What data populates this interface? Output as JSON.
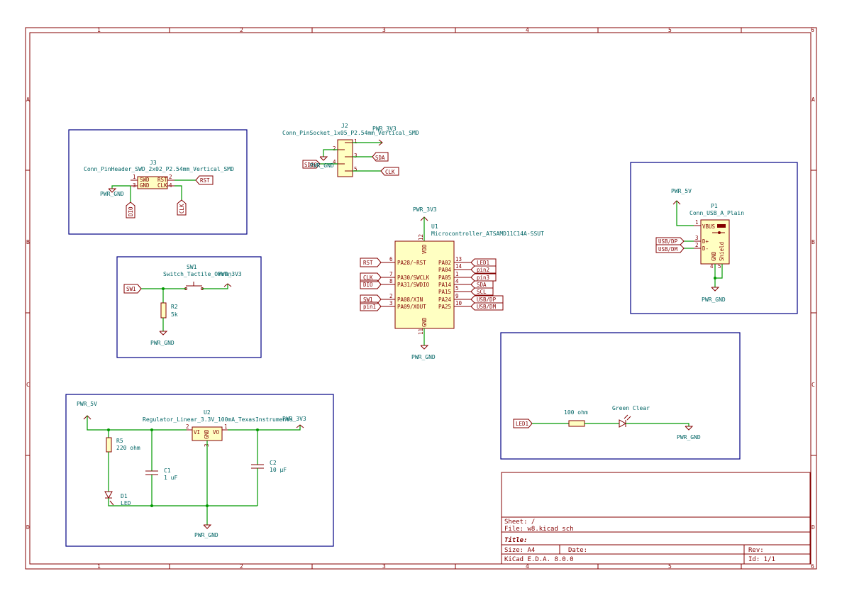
{
  "border": {
    "cols": [
      "1",
      "2",
      "3",
      "4",
      "5",
      "6"
    ],
    "rows": [
      "A",
      "B",
      "C",
      "D"
    ]
  },
  "title_block": {
    "sheet": "Sheet: /",
    "file": "File: w8.kicad_sch",
    "title_label": "Title:",
    "size": "Size: A4",
    "date": "Date:",
    "rev": "Rev:",
    "kicad": "KiCad E.D.A. 8.0.0",
    "id": "Id: 1/1"
  },
  "j3": {
    "ref": "J3",
    "value": "Conn_PinHeader_SWD_2x02_P2.54mm_Vertical_SMD",
    "pin_names": [
      "SWD",
      "RST",
      "GND",
      "CLK"
    ],
    "pin_nums": [
      "1",
      "2",
      "3",
      "4"
    ],
    "labels": [
      "RST",
      "DIO",
      "CLK"
    ],
    "power": "PWR_GND"
  },
  "j2": {
    "ref": "J2",
    "value": "Conn_PinSocket_1x05_P2.54mm_Vertical_SMD",
    "pin_nums": [
      "1",
      "2",
      "3",
      "4",
      "5"
    ],
    "power_top": "PWR_3V3",
    "labels": [
      "SDA",
      "SDIO",
      "CLK"
    ],
    "power_gnd": "PWR_GND"
  },
  "sw1": {
    "ref": "SW1",
    "value": "Switch_Tactile_Omron",
    "label": "SW1",
    "power_top": "PWR_3V3",
    "r_ref": "R2",
    "r_value": "5k",
    "power_gnd": "PWR_GND"
  },
  "u1": {
    "power_top": "PWR_3V3",
    "ref": "U1",
    "value": "Microcontroller_ATSAMD11C14A-SSUT",
    "pin_vdd": "VDD",
    "pin_gnd": "GND",
    "vdd_num": "12",
    "gnd_num": "11",
    "power_gnd": "PWR_GND",
    "left_pins": [
      {
        "name": "PA28/~RST",
        "num": "6",
        "label": "RST"
      },
      {
        "name": "PA30/SWCLK",
        "num": "7",
        "label": "CLK"
      },
      {
        "name": "PA31/SWDIO",
        "num": "8",
        "label": "DIO"
      },
      {
        "name": "PA08/XIN",
        "num": "2",
        "label": "SW1"
      },
      {
        "name": "PA09/XOUT",
        "num": "3",
        "label": "pin1"
      }
    ],
    "right_pins": [
      {
        "name": "PA02",
        "num": "13",
        "label": "LED1"
      },
      {
        "name": "PA04",
        "num": "14",
        "label": "pin2"
      },
      {
        "name": "PA05",
        "num": "1",
        "label": "pin3"
      },
      {
        "name": "PA14",
        "num": "4",
        "label": "SDA"
      },
      {
        "name": "PA15",
        "num": "5",
        "label": "SCL"
      },
      {
        "name": "PA24",
        "num": "9",
        "label": "USB/DP"
      },
      {
        "name": "PA25",
        "num": "10",
        "label": "USB/DM"
      }
    ]
  },
  "p1": {
    "power_top": "PWR_5V",
    "ref": "P1",
    "value": "Conn_USB_A_Plain",
    "pin_names": [
      "VBUS",
      "D+",
      "D-",
      "GND",
      "Shield"
    ],
    "pin_nums": [
      "1",
      "3",
      "2",
      "4",
      "5"
    ],
    "labels": [
      "USB/DP",
      "USB/DM"
    ],
    "power_gnd": "PWR_GND"
  },
  "reg": {
    "power_in": "PWR_5V",
    "ref": "U2",
    "value": "Regulator_Linear_3.3V_100mA_TexasInstruments",
    "power_out": "PWR_3V3",
    "pin_vi": "VI",
    "pin_vo": "VO",
    "pin_gnd": "GND",
    "pin_nums": [
      "2",
      "1",
      "3"
    ],
    "r5_ref": "R5",
    "r5_value": "220 ohm",
    "c1_ref": "C1",
    "c1_value": "1 uF",
    "c2_ref": "C2",
    "c2_value": "10 µF",
    "d1_ref": "D1",
    "d1_value": "LED",
    "power_gnd": "PWR_GND"
  },
  "led": {
    "label": "LED1",
    "r_value": "100 ohm",
    "d_value": "Green Clear",
    "power_gnd": "PWR_GND"
  }
}
